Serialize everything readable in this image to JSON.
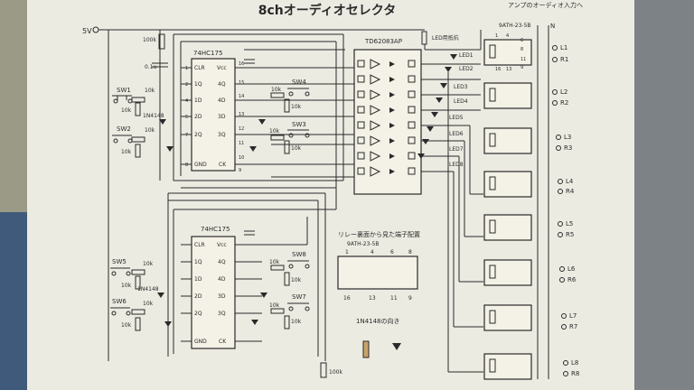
{
  "title": "8chオーディオセレクタ",
  "note_top_right": "アンプのオーディオ入力へ",
  "relay_part_top": "9ATH-23-5B",
  "common_label": "N",
  "supply": {
    "label": "5V"
  },
  "resistors": {
    "r100k_top": "100k",
    "r100k_bottom": "100k",
    "r10k": "10k",
    "cap": "0.1u",
    "led_resistor": "LED用抵抗"
  },
  "ic_upper": {
    "name": "74HC175",
    "pins_left": [
      "CLR",
      "1Q",
      "1D",
      "2D",
      "2Q",
      "GND"
    ],
    "pins_right": [
      "Vcc",
      "4Q",
      "4D",
      "3D",
      "3Q",
      "CK"
    ],
    "pin_numbers_left": [
      "1",
      "2",
      "4",
      "5",
      "7",
      "8"
    ],
    "pin_numbers_right": [
      "16",
      "15",
      "14",
      "13",
      "12",
      "11",
      "10",
      "9"
    ]
  },
  "ic_lower": {
    "name": "74HC175",
    "pins_left": [
      "CLR",
      "1Q",
      "1D",
      "2D",
      "2Q",
      "GND"
    ],
    "pins_right": [
      "Vcc",
      "4Q",
      "4D",
      "3D",
      "3Q",
      "CK"
    ]
  },
  "driver": {
    "name": "TD62083AP"
  },
  "switches_left": [
    "SW1",
    "SW2",
    "SW5",
    "SW6"
  ],
  "switches_right": [
    "SW4",
    "SW3",
    "SW8",
    "SW7"
  ],
  "diode_label": "1N4148",
  "leds": [
    "LED1",
    "LED2",
    "LED3",
    "LED4",
    "LED5",
    "LED6",
    "LED7",
    "LED8"
  ],
  "outputs": [
    [
      "L1",
      "R1"
    ],
    [
      "L2",
      "R2"
    ],
    [
      "L3",
      "R3"
    ],
    [
      "L4",
      "R4"
    ],
    [
      "L5",
      "R5"
    ],
    [
      "L6",
      "R6"
    ],
    [
      "L7",
      "R7"
    ],
    [
      "L8",
      "R8"
    ]
  ],
  "relay_pin_labels": [
    "1",
    "4",
    "6",
    "8",
    "16",
    "13",
    "11",
    "9"
  ],
  "relay_note": {
    "line1": "リレー裏面から見た端子配置",
    "line2": "9ATH-23-5B"
  },
  "diode_note": "1N4148の向き"
}
